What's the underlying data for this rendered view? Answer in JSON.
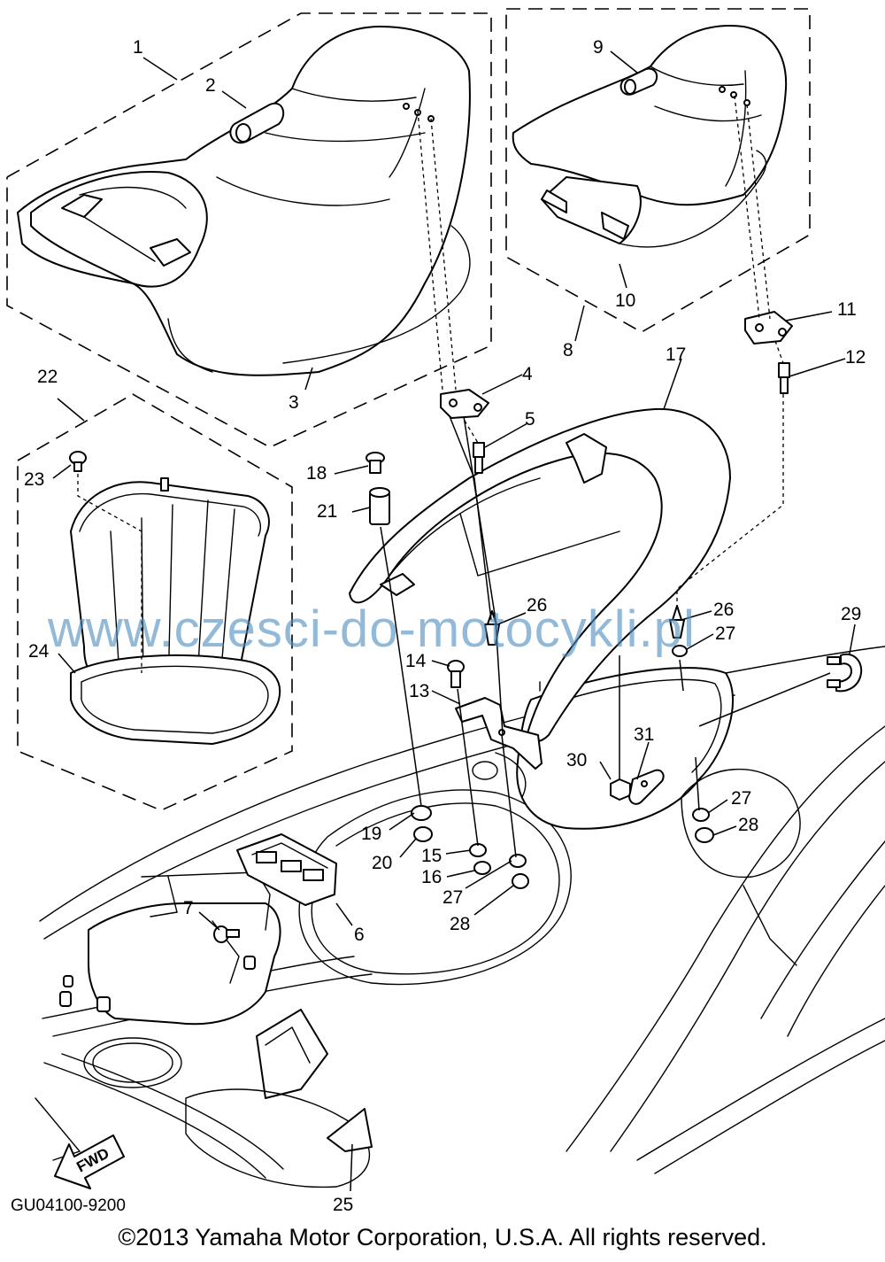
{
  "callouts": [
    {
      "id": "1",
      "text": "1"
    },
    {
      "id": "2",
      "text": "2"
    },
    {
      "id": "3",
      "text": "3"
    },
    {
      "id": "4",
      "text": "4"
    },
    {
      "id": "5",
      "text": "5"
    },
    {
      "id": "6",
      "text": "6"
    },
    {
      "id": "7",
      "text": "7"
    },
    {
      "id": "8",
      "text": "8"
    },
    {
      "id": "9",
      "text": "9"
    },
    {
      "id": "10",
      "text": "10"
    },
    {
      "id": "11",
      "text": "11"
    },
    {
      "id": "12",
      "text": "12"
    },
    {
      "id": "13",
      "text": "13"
    },
    {
      "id": "14",
      "text": "14"
    },
    {
      "id": "15",
      "text": "15"
    },
    {
      "id": "16",
      "text": "16"
    },
    {
      "id": "17",
      "text": "17"
    },
    {
      "id": "18",
      "text": "18"
    },
    {
      "id": "19",
      "text": "19"
    },
    {
      "id": "20",
      "text": "20"
    },
    {
      "id": "21",
      "text": "21"
    },
    {
      "id": "22",
      "text": "22"
    },
    {
      "id": "23",
      "text": "23"
    },
    {
      "id": "24",
      "text": "24"
    },
    {
      "id": "25",
      "text": "25"
    },
    {
      "id": "26",
      "text": "26"
    },
    {
      "id": "27",
      "text": "27"
    },
    {
      "id": "28",
      "text": "28"
    },
    {
      "id": "29",
      "text": "29"
    },
    {
      "id": "30",
      "text": "30"
    },
    {
      "id": "31",
      "text": "31"
    }
  ],
  "watermark": "www.czesci-do-motocykli.pl",
  "diagram_code": "GU04100-9200",
  "fwd_label": "FWD",
  "copyright": "©2013 Yamaha Motor Corporation, U.S.A. All rights reserved."
}
